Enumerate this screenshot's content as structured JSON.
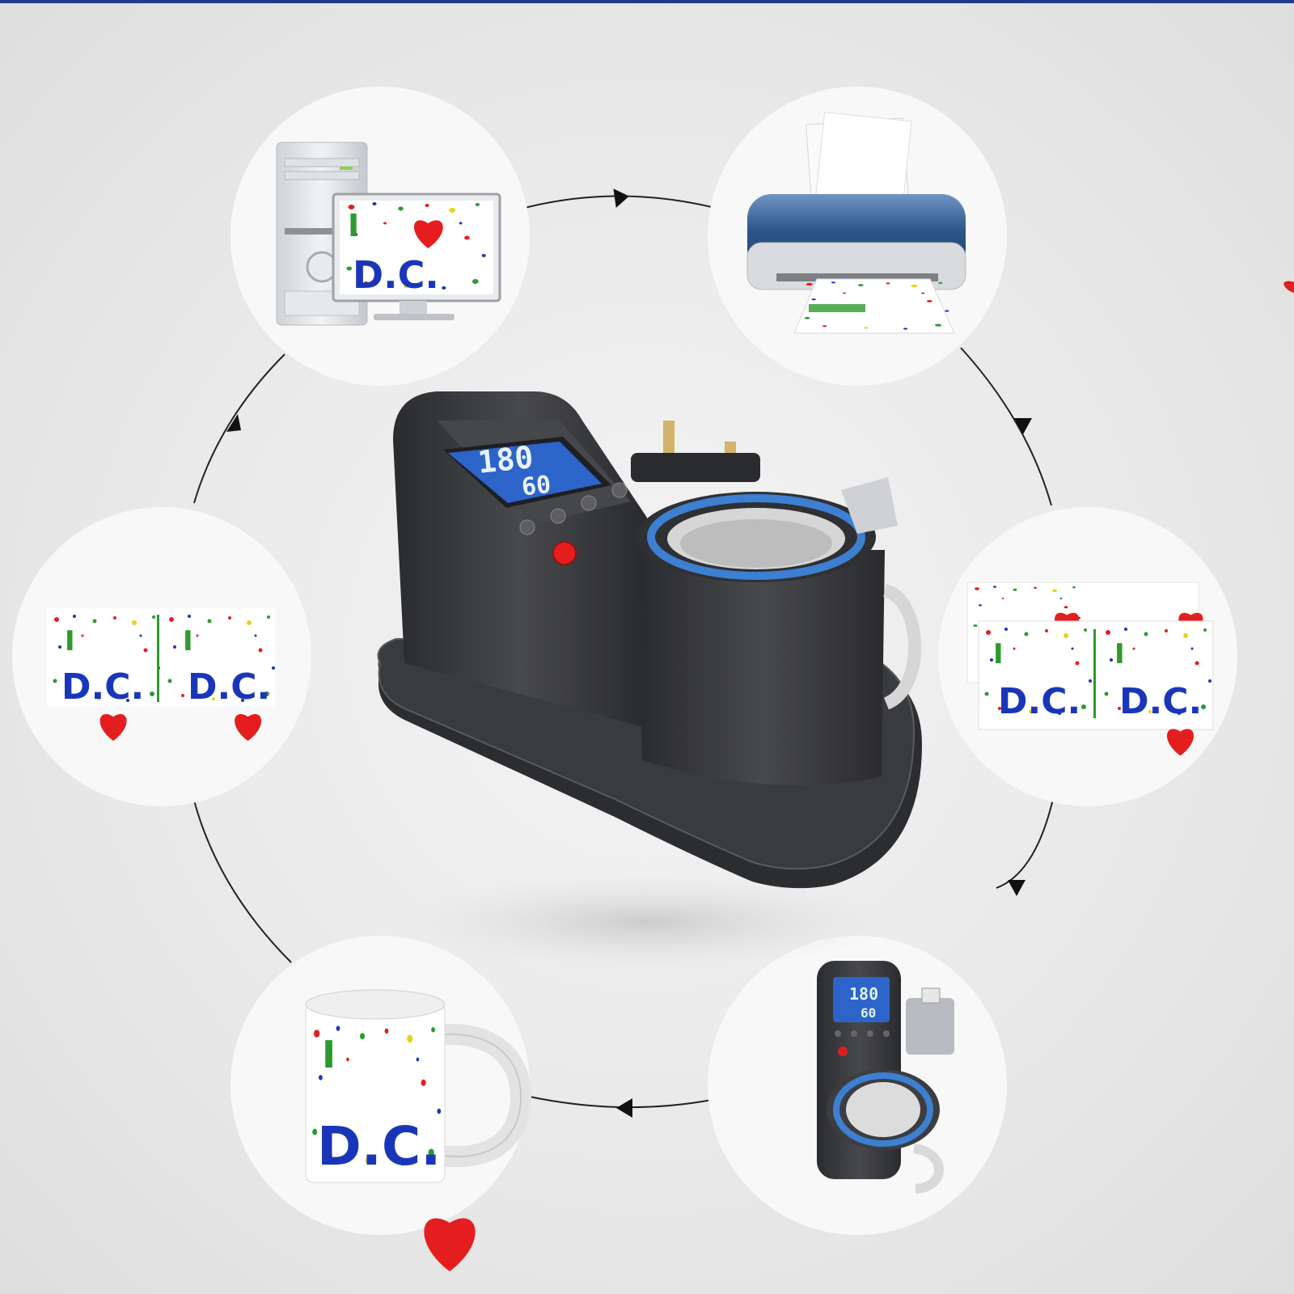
{
  "colors": {
    "background": "#e9e9e9",
    "circle": "#f7f7f7",
    "arrow": "#222222",
    "top_bar": "#1f3b8a",
    "machine": "#3a3b3e",
    "lcd": "#2c64c9",
    "accent_red": "#e41e1e",
    "accent_blue": "#1a36b8",
    "accent_green": "#2d9a2d"
  },
  "design": {
    "letter_i": "I",
    "letters_dc": "D.C."
  },
  "machine": {
    "temperature": "180",
    "time": "60"
  },
  "steps": [
    {
      "key": "computer",
      "icon": "computer-monitor-icon"
    },
    {
      "key": "printer",
      "icon": "printer-icon"
    },
    {
      "key": "transfer-sheets",
      "icon": "transfer-paper-icon"
    },
    {
      "key": "press-mug",
      "icon": "mug-press-icon"
    },
    {
      "key": "finished-mug",
      "icon": "printed-mug-icon"
    },
    {
      "key": "design-artwork",
      "icon": "artwork-icon"
    }
  ]
}
